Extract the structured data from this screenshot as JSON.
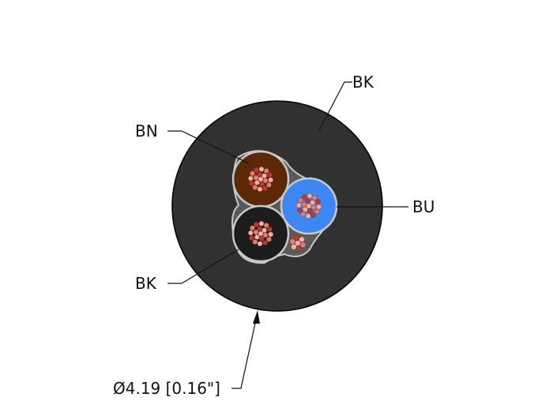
{
  "diagram": {
    "labels": {
      "outer_jacket": "BK",
      "conductor_brown": "BN",
      "conductor_blue": "BU",
      "conductor_black": "BK",
      "diameter": "Ø4.19 [0.16\"]"
    },
    "colors": {
      "jacket": "#313131",
      "filler": "#5a5a5a",
      "separator": "#c9c9c9",
      "brown": "#5b2808",
      "blue": "#3d86f5",
      "black": "#1d1d1d",
      "strand_light": "#f2b2a8",
      "strand_mid": "#e07f72",
      "strand_dark": "#b63a35",
      "leader": "#111111"
    }
  }
}
